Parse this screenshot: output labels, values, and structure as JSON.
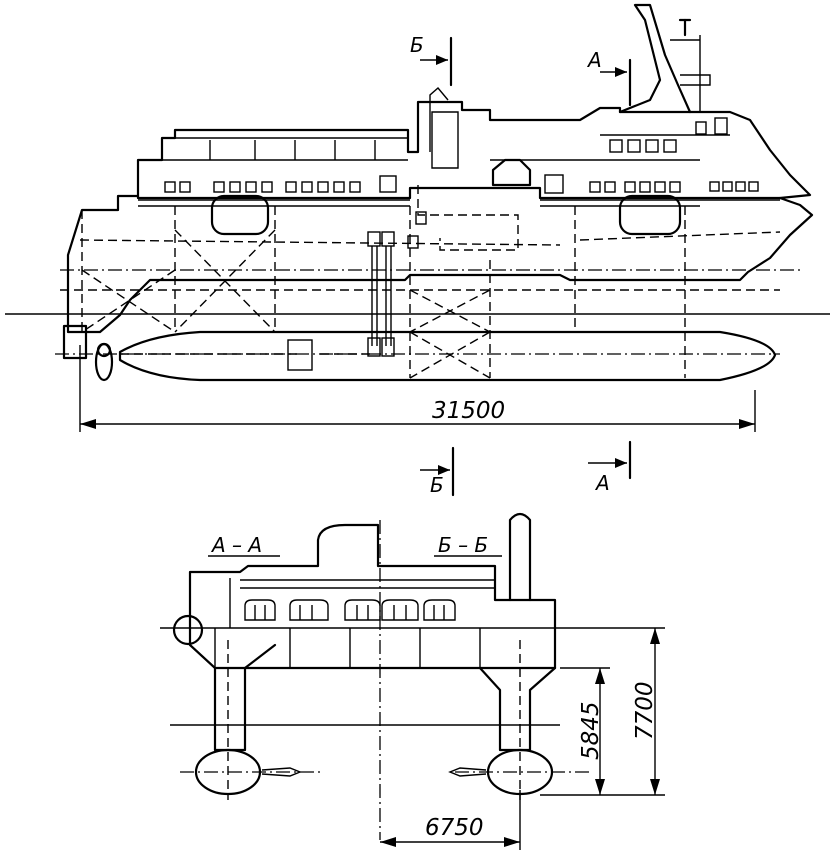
{
  "labels": {
    "section_b_top": "Б",
    "section_a_top": "А",
    "section_b_bottom": "Б",
    "section_a_bottom": "А",
    "section_aa": "А – А",
    "section_bb": "Б – Б"
  },
  "dimensions": {
    "length": "31500",
    "draft": "5845",
    "height": "7700",
    "hull_spacing": "6750"
  }
}
